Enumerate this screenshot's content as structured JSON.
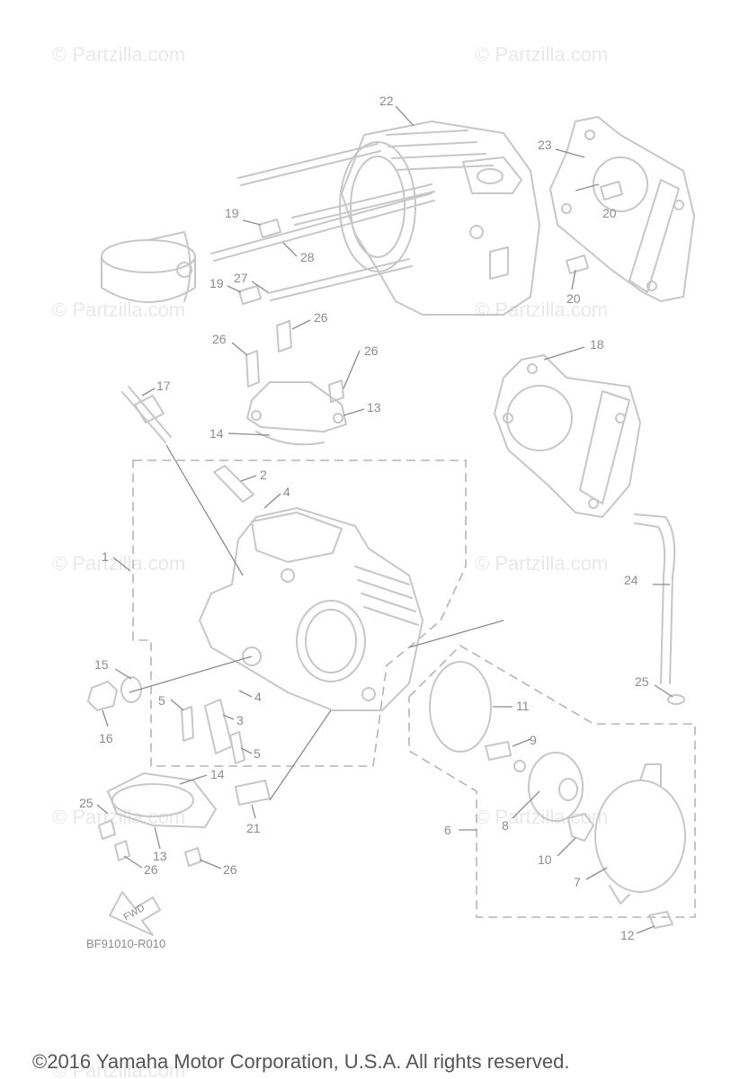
{
  "watermarks": [
    "© Partzilla.com",
    "© Partzilla.com",
    "© Partzilla.com",
    "© Partzilla.com",
    "© Partzilla.com",
    "© Partzilla.com",
    "© Partzilla.com",
    "© Partzilla.com",
    "© Partzilla.com"
  ],
  "callouts": {
    "c22": "22",
    "c23": "23",
    "c19a": "19",
    "c20a": "20",
    "c28": "28",
    "c19b": "19",
    "c27": "27",
    "c20b": "20",
    "c26a": "26",
    "c26b": "26",
    "c26c": "26",
    "c18": "18",
    "c17": "17",
    "c13a": "13",
    "c14a": "14",
    "c2": "2",
    "c4a": "4",
    "c1": "1",
    "c24": "24",
    "c15": "15",
    "c25a": "25",
    "c11": "11",
    "c5a": "5",
    "c4b": "4",
    "c3": "3",
    "c9": "9",
    "c16": "16",
    "c5b": "5",
    "c14b": "14",
    "c8": "8",
    "c6": "6",
    "c25b": "25",
    "c21": "21",
    "c10": "10",
    "c13b": "13",
    "c7": "7",
    "c26d": "26",
    "c26e": "26",
    "c12": "12"
  },
  "fwd_label": "FWD",
  "diagram_code": "BF91010-R010",
  "copyright": "©2016 Yamaha Motor Corporation, U.S.A. All rights reserved."
}
